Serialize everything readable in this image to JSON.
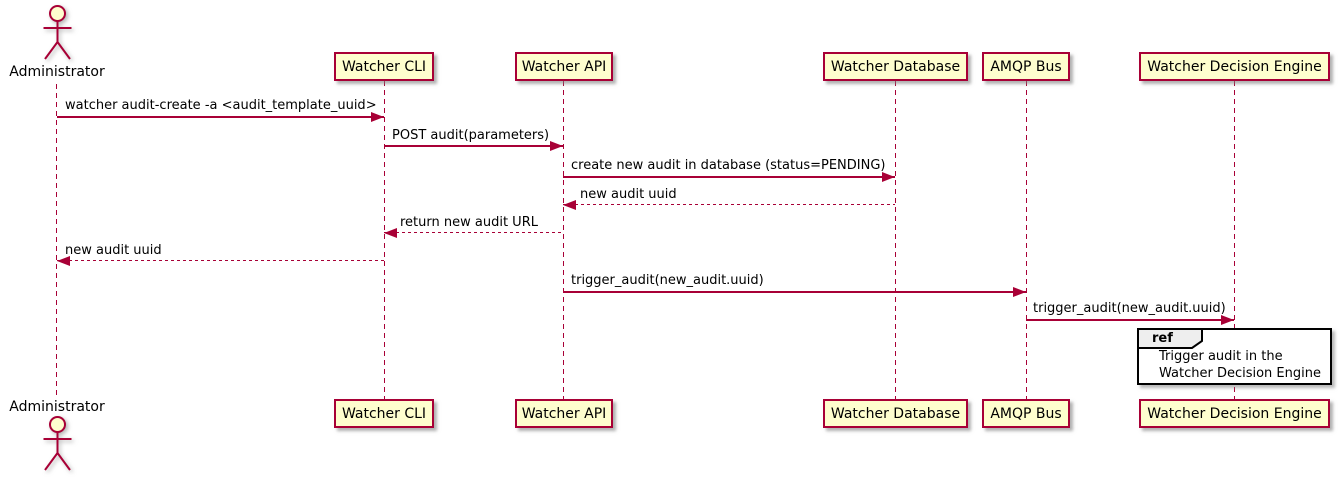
{
  "diagram": {
    "actor": {
      "name": "Administrator"
    },
    "participants": [
      {
        "id": "watcher-cli",
        "label": "Watcher CLI"
      },
      {
        "id": "watcher-api",
        "label": "Watcher API"
      },
      {
        "id": "watcher-database",
        "label": "Watcher Database"
      },
      {
        "id": "amqp-bus",
        "label": "AMQP Bus"
      },
      {
        "id": "watcher-decision-engine",
        "label": "Watcher Decision Engine"
      }
    ],
    "messages": [
      {
        "from": "Administrator",
        "to": "Watcher CLI",
        "style": "solid",
        "label": "watcher audit-create -a <audit_template_uuid>"
      },
      {
        "from": "Watcher CLI",
        "to": "Watcher API",
        "style": "solid",
        "label": "POST audit(parameters)"
      },
      {
        "from": "Watcher API",
        "to": "Watcher Database",
        "style": "solid",
        "label": "create new audit in database (status=PENDING)"
      },
      {
        "from": "Watcher Database",
        "to": "Watcher API",
        "style": "dashed",
        "label": "new audit uuid"
      },
      {
        "from": "Watcher API",
        "to": "Watcher CLI",
        "style": "dashed",
        "label": "return new audit URL"
      },
      {
        "from": "Watcher CLI",
        "to": "Administrator",
        "style": "dashed",
        "label": "new audit uuid"
      },
      {
        "from": "Watcher API",
        "to": "AMQP Bus",
        "style": "solid",
        "label": "trigger_audit(new_audit.uuid)"
      },
      {
        "from": "AMQP Bus",
        "to": "Watcher Decision Engine",
        "style": "solid",
        "label": "trigger_audit(new_audit.uuid)"
      }
    ],
    "ref": {
      "tag": "ref",
      "line1": "Trigger audit in the",
      "line2": "Watcher Decision Engine",
      "over": "Watcher Decision Engine"
    },
    "colors": {
      "participant_fill": "#FEFECE",
      "stroke": "#A80036",
      "text": "#000000",
      "ref_border": "#000000",
      "ref_tag_fill": "#EEEEEE",
      "background": "#FFFFFF"
    }
  }
}
